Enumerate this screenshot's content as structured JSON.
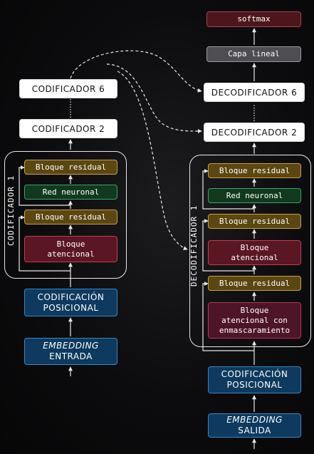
{
  "decoder": {
    "softmax": "softmax",
    "linear": "Capa lineal",
    "dec6": "DECODIFICADOR 6",
    "dec2": "DECODIFICADOR 2",
    "dec1_label": "DECODIFICADOR 1",
    "residual_1": "Bloque residual",
    "neural_net": "Red neuronal",
    "residual_2": "Bloque residual",
    "attention_line1": "Bloque",
    "attention_line2": "atencional",
    "residual_3": "Bloque residual",
    "masked_line1": "Bloque",
    "masked_line2": "atencional con",
    "masked_line3": "enmascaramiento",
    "pos_line1": "CODIFICACIÓN",
    "pos_line2": "POSICIONAL",
    "emb_line1": "EMBEDDING",
    "emb_line2": "SALIDA"
  },
  "encoder": {
    "enc6": "CODIFICADOR 6",
    "enc2": "CODIFICADOR 2",
    "enc1_label": "CODIFICADOR 1",
    "residual_1": "Bloque residual",
    "neural_net": "Red neuronal",
    "residual_2": "Bloque residual",
    "attention_line1": "Bloque",
    "attention_line2": "atencional",
    "pos_line1": "CODIFICACIÓN",
    "pos_line2": "POSICIONAL",
    "emb_line1": "EMBEDDING",
    "emb_line2": "ENTRADA"
  },
  "colors": {
    "residual": "#5c4611",
    "neural": "#11391d",
    "attention": "#5a1622",
    "positional": "#0d3a5e",
    "linear": "#4d4d52",
    "softmax": "#4d161c"
  }
}
